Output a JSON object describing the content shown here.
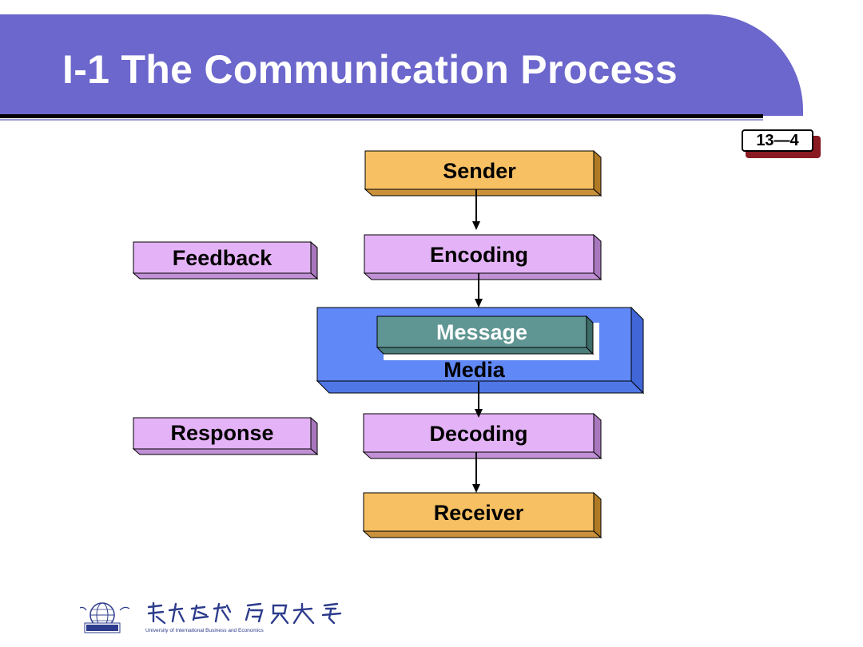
{
  "slide": {
    "title": "I-1 The Communication Process",
    "slide_number": "13—4",
    "colors": {
      "banner": "#6c67cc",
      "orange_box": "#f6c063",
      "lilac_box": "#e4b2f6",
      "media_box": "#6088f6",
      "message_box": "#5f9592",
      "number_shadow": "#8a1a22"
    }
  },
  "diagram": {
    "nodes": {
      "sender": "Sender",
      "encoding": "Encoding",
      "message": "Message",
      "media": "Media",
      "decoding": "Decoding",
      "receiver": "Receiver",
      "feedback": "Feedback",
      "response": "Response"
    },
    "flow": [
      "Sender",
      "Encoding",
      "Message",
      "Decoding",
      "Receiver"
    ]
  },
  "footer": {
    "logo_caption": "University of International Business and Economics"
  }
}
